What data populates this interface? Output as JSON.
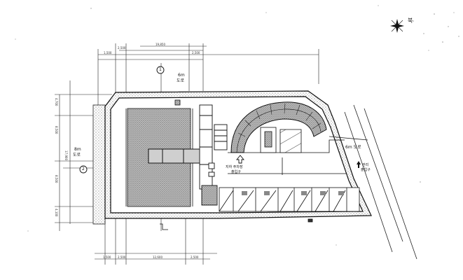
{
  "compass": {
    "label": "북"
  },
  "labels": {
    "road_north": [
      "6m",
      "도로"
    ],
    "road_west": [
      "8m",
      "도로"
    ],
    "road_east": "6m 도로",
    "entrance_main": [
      "지하 주차장",
      "출입구"
    ],
    "entrance_sub": [
      "관리",
      "출입구"
    ]
  },
  "markers": {
    "north": "1",
    "west": "2"
  },
  "dimensions": {
    "top": [
      "1,500",
      "2,500",
      "19,850",
      "2,500"
    ],
    "bottom": [
      "1,500",
      "2,500",
      "12,600",
      "2,500"
    ],
    "left": [
      "4,700",
      "8,500",
      "17,900",
      "8,500",
      "4,100"
    ]
  },
  "colors": {
    "line": "#111111",
    "hatch": "#555555",
    "background": "#ffffff"
  }
}
